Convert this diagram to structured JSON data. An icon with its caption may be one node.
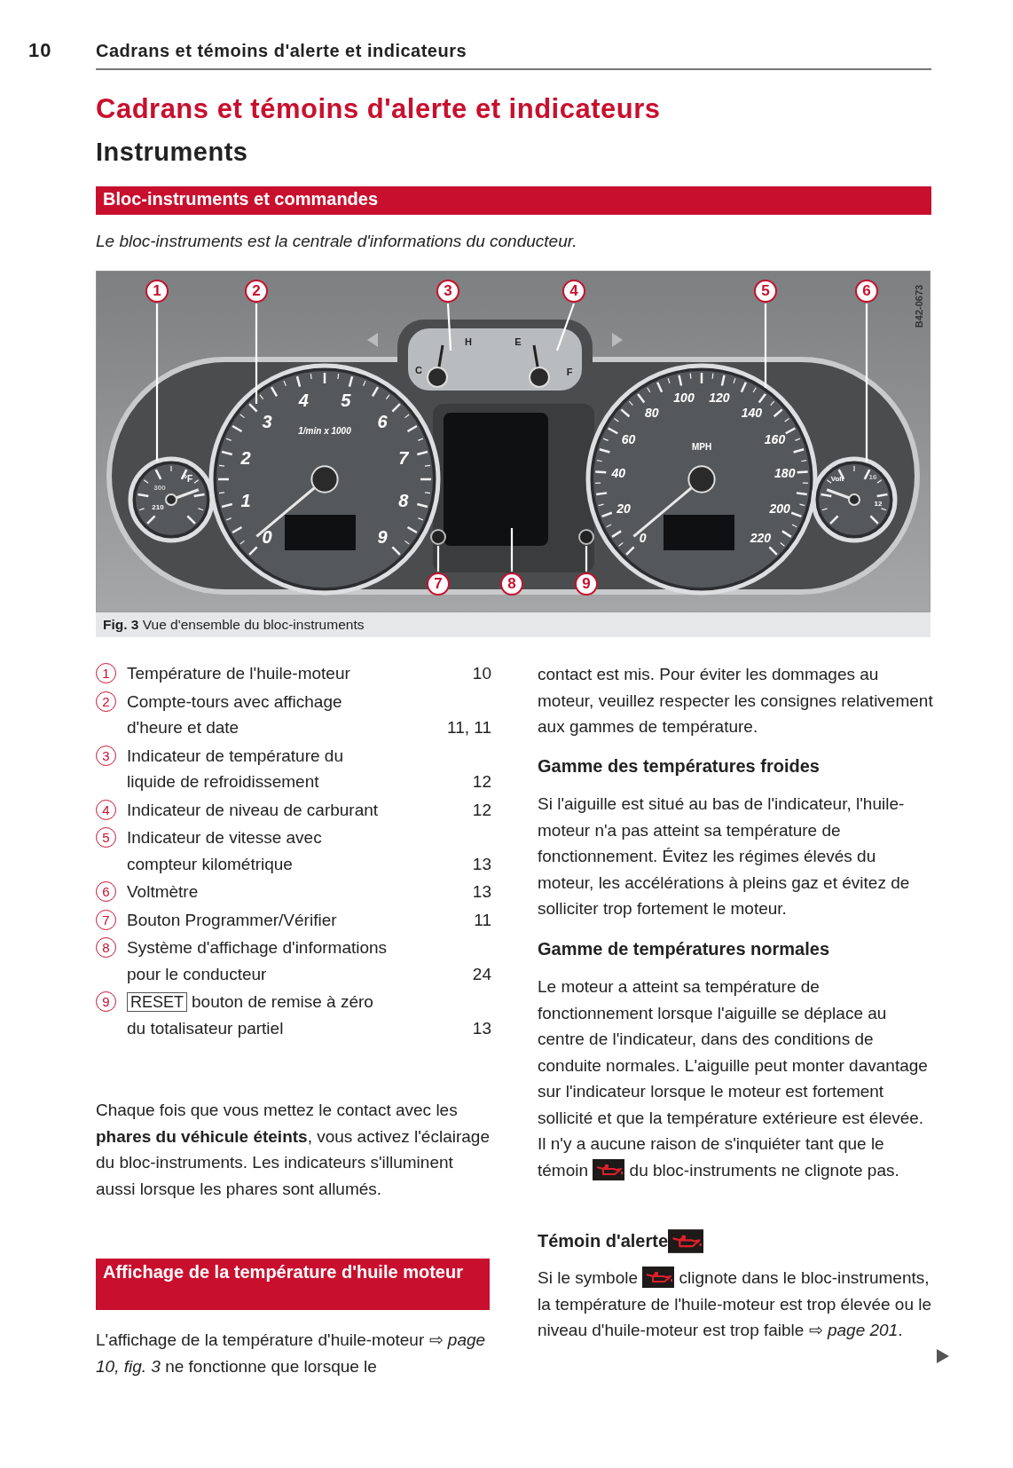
{
  "diagram": {
    "title": "Cadrans et témoins d'alerte et indicateurs",
    "caption": "**Fig. 3** Vue d'ensemble du bloc-instruments",
    "nodes": [
      {
        "text": [
          "1"
        ]
      },
      {
        "text": [
          "2"
        ]
      },
      {
        "text": [
          "3"
        ]
      },
      {
        "text": [
          "4"
        ]
      },
      {
        "text": [
          "5"
        ]
      },
      {
        "text": [
          "6"
        ]
      },
      {
        "text": [
          "7"
        ]
      },
      {
        "text": [
          "8"
        ]
      },
      {
        "text": [
          "9"
        ]
      }
    ],
    "edges": [
      {
        "from": 0,
        "to": null,
        "arrow": "none"
      },
      {
        "from": 1,
        "to": null,
        "arrow": "none"
      },
      {
        "from": 2,
        "to": null,
        "arrow": "none"
      },
      {
        "from": 3,
        "to": null,
        "arrow": "none"
      },
      {
        "from": 4,
        "to": null,
        "arrow": "none"
      },
      {
        "from": 5,
        "to": null,
        "arrow": "none"
      },
      {
        "from": 6,
        "to": null,
        "arrow": "none"
      },
      {
        "from": 7,
        "to": null,
        "arrow": "none"
      },
      {
        "from": 8,
        "to": null,
        "arrow": "none"
      }
    ],
    "labels": [
      "10",
      "Cadrans et témoins d'alerte et indicateurs",
      "Instruments",
      "Bloc-instruments et commandes",
      "Le bloc-instruments est la centrale d'informations du conducteur.",
      "B42-0673",
      "0",
      "1",
      "2",
      "3",
      "4",
      "5",
      "6",
      "7",
      "8",
      "9",
      "1/min x 1000",
      "0",
      "20",
      "40",
      "60",
      "80",
      "100",
      "120",
      "140",
      "160",
      "180",
      "200",
      "220",
      "MPH",
      "°F",
      "300",
      "210",
      "C",
      "H",
      "E",
      "F",
      "Volt",
      "16",
      "12",
      "1",
      "Température de l'huile-moteur",
      "10",
      "2",
      "Compte-tours avec affichage d'heure et date",
      "11, 11",
      "3",
      "Indicateur de température du liquide de refroidissement",
      "12",
      "4",
      "Indicateur de niveau de carburant",
      "12",
      "5",
      "Indicateur de vitesse avec compteur kilométrique",
      "13",
      "6",
      "Voltmètre",
      "13",
      "7",
      "Bouton Programmer/Vérifier",
      "11",
      "8",
      "Système d'affichage d'informations pour le conducteur",
      "24",
      "9",
      "RESET",
      "bouton de remise à zéro du totalisateur partiel",
      "13",
      "Chaque fois que vous mettez le contact avec les **phares du véhicule éteints**, vous activez l'éclairage du bloc-instruments. Les indicateurs s'illuminent aussi lorsque les phares sont allumés.",
      "Affichage de la température d'huile moteur",
      "L'affichage de la température d'huile-moteur ⇨ *page 10, fig. 3* ne fonctionne que lorsque le",
      "contact est mis. Pour éviter les dommages au moteur, veuillez respecter les consignes relativement aux gammes de température.",
      "Gamme des températures froides",
      "Si l'aiguille est situé au bas de l'indicateur, l'huile-moteur n'a pas atteint sa température de fonctionnement. Évitez les régimes élevés du moteur, les accélérations à pleins gaz et évitez de solliciter trop fortement le moteur.",
      "Gamme de températures normales",
      "Le moteur a atteint sa température de fonctionnement lorsque l'aiguille se déplace au centre de l'indicateur, dans des conditions de conduite normales. L'aiguille peut monter davantage sur l'indicateur lorsque le moteur est fortement sollicité et que la température extérieure est élevée. Il n'y a aucune raison de s'inquiéter tant que le témoin",
      "du bloc-instruments ne clignote pas.",
      "Témoin d'alerte",
      "Si le symbole",
      "clignote dans le bloc-instruments, la température de l'huile-moteur est trop élevée ou le niveau d'huile-moteur est trop faible ⇨ *page 201*."
    ]
  }
}
